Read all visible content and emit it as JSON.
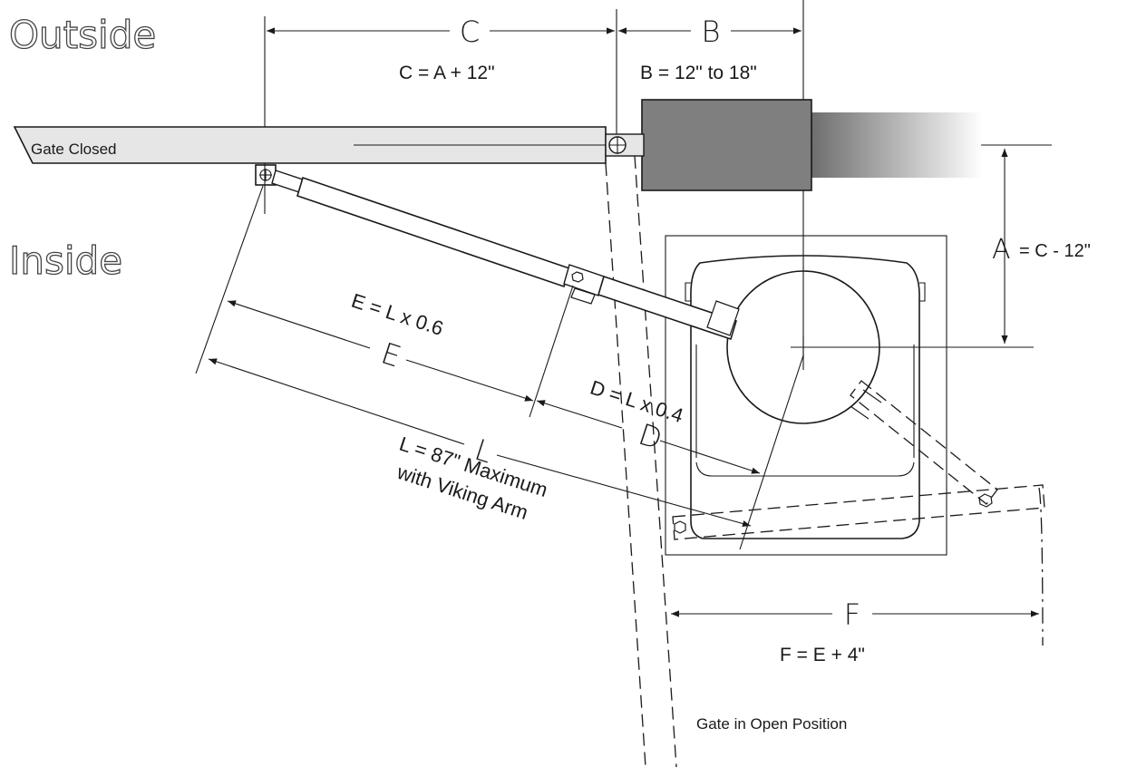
{
  "headings": {
    "outside": "Outside",
    "inside": "Inside"
  },
  "gate": {
    "closed_label": "Gate Closed",
    "open_label": "Gate in Open Position"
  },
  "dimensions": {
    "a": {
      "letter": "A",
      "formula": "= C - 12\""
    },
    "b": {
      "letter": "B",
      "formula": "B = 12\" to 18\""
    },
    "c": {
      "letter": "C",
      "formula": "C = A + 12\""
    },
    "d": {
      "letter": "D",
      "formula": "D = L x 0.4"
    },
    "e": {
      "letter": "E",
      "formula": "E = L x 0.6"
    },
    "f": {
      "letter": "F",
      "formula": "F = E + 4\""
    },
    "l": {
      "letter": "L",
      "formula_line1": "L = 87\" Maximum",
      "formula_line2": "with Viking Arm"
    }
  },
  "colors": {
    "line": "#1a1a1a",
    "gate_fill": "#e6e6e6",
    "operator_fill": "#7f7f7f"
  }
}
